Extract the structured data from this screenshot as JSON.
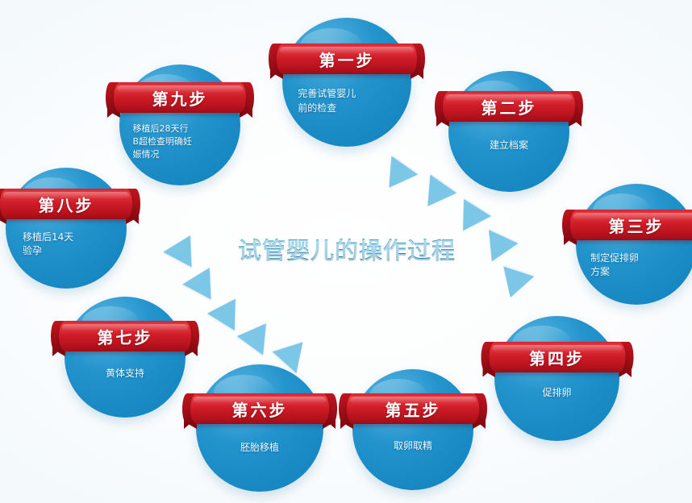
{
  "title": "试管婴儿的操作过程",
  "colors": {
    "bubble_blue": "#1b8cc6",
    "ribbon_red": "#cf1c27",
    "arrow_blue": "#72c3e6",
    "title_teal": "#2a93c2",
    "background": "#ffffff"
  },
  "steps": [
    {
      "id": "step-1",
      "badge": "第一步",
      "desc": "完善试管婴儿\n前的检查"
    },
    {
      "id": "step-2",
      "badge": "第二步",
      "desc": "建立档案"
    },
    {
      "id": "step-3",
      "badge": "第三步",
      "desc": "制定促排卵\n方案"
    },
    {
      "id": "step-4",
      "badge": "第四步",
      "desc": "促排卵"
    },
    {
      "id": "step-5",
      "badge": "第五步",
      "desc": "取卵取精"
    },
    {
      "id": "step-6",
      "badge": "第六步",
      "desc": "胚胎移植"
    },
    {
      "id": "step-7",
      "badge": "第七步",
      "desc": "黄体支持"
    },
    {
      "id": "step-8",
      "badge": "第八步",
      "desc": "移植后14天\n验孕"
    },
    {
      "id": "step-9",
      "badge": "第九步",
      "desc": "移植后28天行\nB超检查明确妊\n娠情况"
    }
  ],
  "arrows": {
    "count_right": 5,
    "count_left": 5,
    "direction_right": "down-right",
    "direction_left": "up-left"
  }
}
